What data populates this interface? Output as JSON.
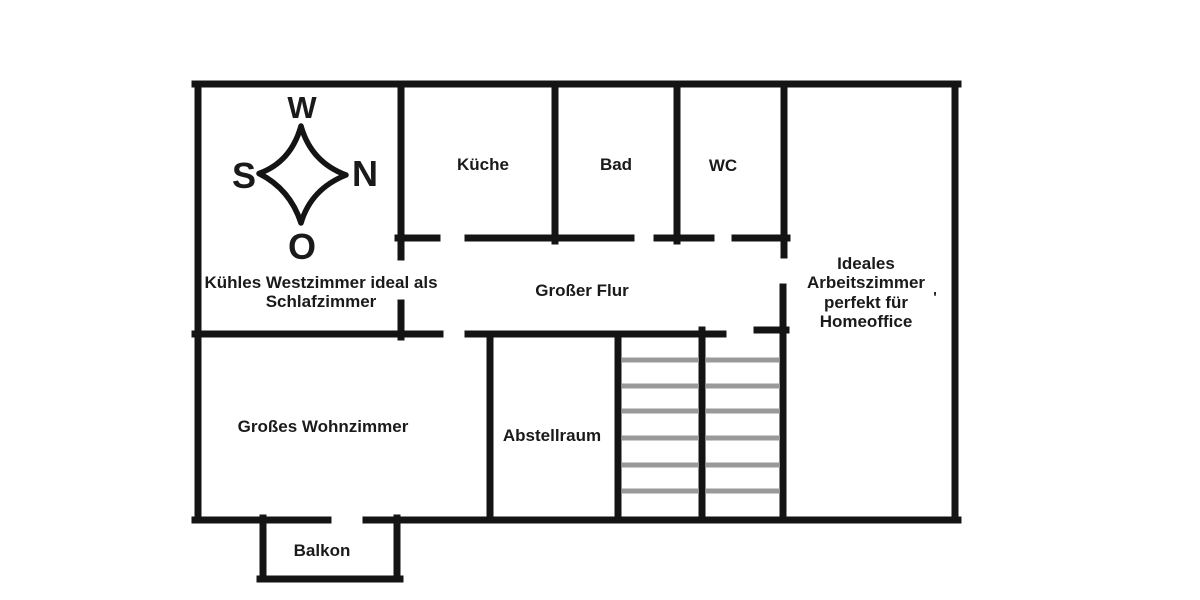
{
  "compass": {
    "top": "W",
    "right": "N",
    "bottom": "O",
    "left": "S"
  },
  "rooms": {
    "westzimmer": {
      "lines": [
        "Kühles Westzimmer ideal als",
        "Schlafzimmer"
      ]
    },
    "kueche": {
      "label": "Küche"
    },
    "bad": {
      "label": "Bad"
    },
    "wc": {
      "label": "WC"
    },
    "arbeitszimmer": {
      "lines": [
        "Ideales",
        "Arbeitszimmer",
        "perfekt für",
        "Homeoffice"
      ]
    },
    "flur": {
      "label": "Großer Flur"
    },
    "wohnzimmer": {
      "label": "Großes Wohnzimmer"
    },
    "abstellraum": {
      "label": "Abstellraum"
    },
    "balkon": {
      "label": "Balkon"
    }
  },
  "annotations": {
    "stray_mark": "'"
  },
  "colors": {
    "background": "#ffffff",
    "wall": "#141414",
    "stair_step": "#999999",
    "text": "#1a1a1a"
  }
}
